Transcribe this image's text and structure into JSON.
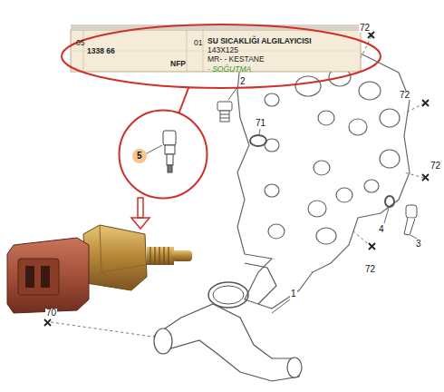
{
  "diagram": {
    "nodes": [
      {
        "text": [
          "05",
          "1338 66",
          "NFP",
          "01",
          "SU SICAKLIĞI ALGILAYICISI",
          "143X125",
          "MR- - KESTANE",
          "- SOĞUTMA"
        ]
      },
      {
        "text": [
          "5"
        ]
      }
    ],
    "edges": [
      {
        "from": 0,
        "to": 1,
        "arrow": "none"
      }
    ],
    "labels": [
      "2",
      "71",
      "72",
      "72",
      "72",
      "72",
      "4",
      "3",
      "1",
      "70"
    ]
  }
}
